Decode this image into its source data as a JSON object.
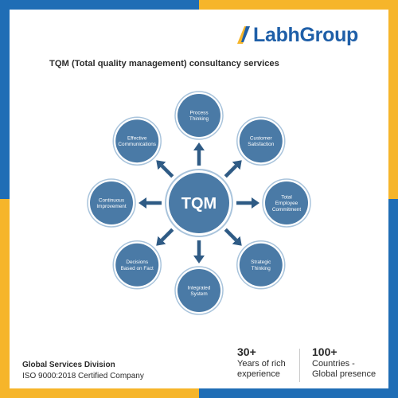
{
  "brand": {
    "name": "LabhGroup",
    "color": "#1f5fa8"
  },
  "page_title": "TQM (Total quality management) consultancy services",
  "diagram": {
    "center": "TQM",
    "nodes": [
      {
        "id": "process-thinking",
        "lines": [
          "Process",
          "Thinking"
        ]
      },
      {
        "id": "customer-satisfaction",
        "lines": [
          "Customer",
          "Satisfaction"
        ]
      },
      {
        "id": "total-employee-commitment",
        "lines": [
          "Total",
          "Employee",
          "Commitment"
        ]
      },
      {
        "id": "strategic-thinking",
        "lines": [
          "Strategic",
          "Thinking"
        ]
      },
      {
        "id": "integrated-system",
        "lines": [
          "Integrated",
          "System"
        ]
      },
      {
        "id": "decisions-based-on-fact",
        "lines": [
          "Decisions",
          "Based on Fact"
        ]
      },
      {
        "id": "continuous-improvement",
        "lines": [
          "Continuous",
          "Improvement"
        ]
      },
      {
        "id": "effective-communications",
        "lines": [
          "Effective",
          "Communications"
        ]
      }
    ],
    "colors": {
      "circle": "#4a7aa6",
      "ring": "#a9c4dc",
      "arrow": "#2f5b85"
    }
  },
  "footer": {
    "division": "Global Services Division",
    "certification": "ISO 9000:2018 Certified Company",
    "stat1": {
      "number": "30+",
      "line1": "Years of rich",
      "line2": "experience"
    },
    "stat2": {
      "number": "100+",
      "line1": "Countries -",
      "line2": "Global presence"
    }
  },
  "theme": {
    "blue": "#1f6db5",
    "yellow": "#f6b52a"
  }
}
